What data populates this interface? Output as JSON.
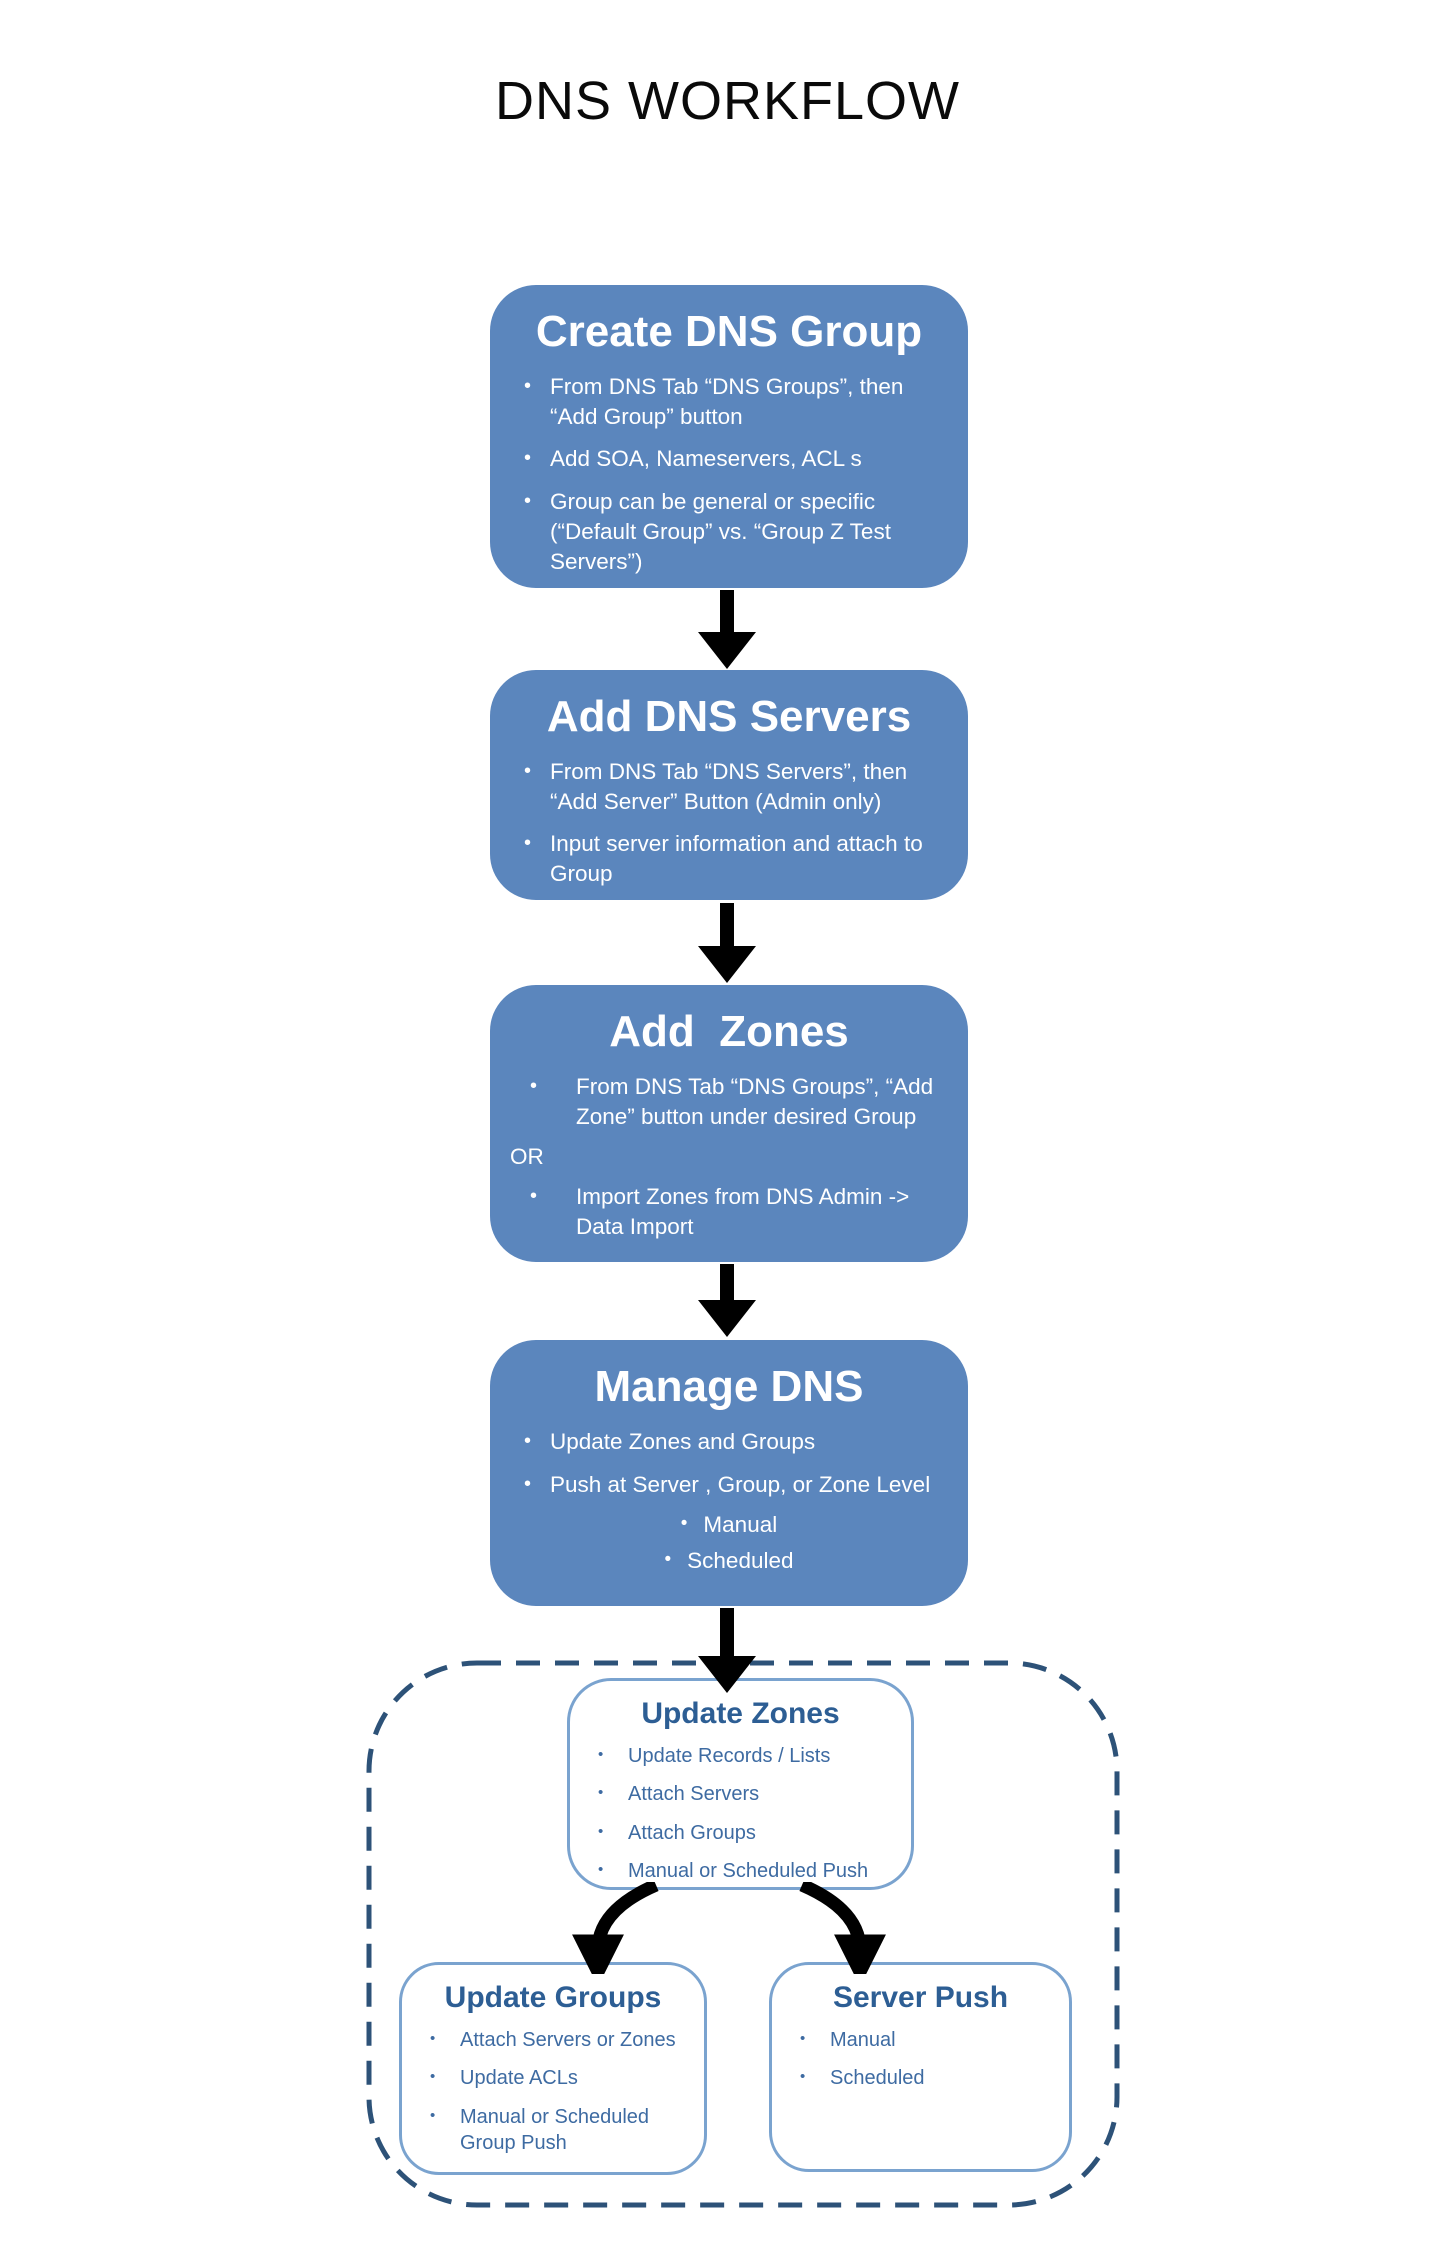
{
  "title": "DNS WORKFLOW",
  "ui": {
    "bullet_char": "•"
  },
  "colors": {
    "flow_box_fill": "#5b86bd",
    "flow_box_text": "#ffffff",
    "detail_box_border": "#7aa3cf",
    "detail_title_text": "#2d5e94",
    "detail_body_text": "#3e6ba2",
    "dashed_container_border": "#2d5278",
    "arrow": "#000000",
    "page_title_text": "#0a0a0a"
  },
  "flow_boxes": [
    {
      "title": "Create DNS Group",
      "bullets": [
        "From DNS Tab “DNS Groups”, then “Add Group” button",
        "Add SOA, Nameservers, ACL s",
        "Group can be general or specific (“Default Group” vs. “Group Z Test Servers”)"
      ]
    },
    {
      "title": "Add DNS Servers",
      "bullets": [
        "From DNS Tab “DNS Servers”, then “Add Server” Button (Admin only)",
        "Input server information and attach to Group"
      ]
    },
    {
      "title": "Add  Zones",
      "bullets": [
        "From DNS Tab “DNS Groups”, “Add Zone” button under desired Group"
      ],
      "or_label": "OR",
      "bullets2": [
        "Import Zones from DNS Admin -> Data Import"
      ]
    },
    {
      "title": "Manage DNS",
      "bullets": [
        "Update Zones and Groups",
        "Push at Server , Group, or Zone Level"
      ],
      "sub_bullets": [
        "Manual",
        "Scheduled"
      ]
    }
  ],
  "detail_boxes": [
    {
      "title": "Update Zones",
      "bullets": [
        "Update Records / Lists",
        "Attach Servers",
        "Attach Groups",
        "Manual or Scheduled Push"
      ]
    },
    {
      "title": "Update Groups",
      "bullets": [
        "Attach Servers or Zones",
        "Update ACLs",
        "Manual or Scheduled Group Push"
      ]
    },
    {
      "title": "Server Push",
      "bullets": [
        "Manual",
        "Scheduled"
      ]
    }
  ]
}
